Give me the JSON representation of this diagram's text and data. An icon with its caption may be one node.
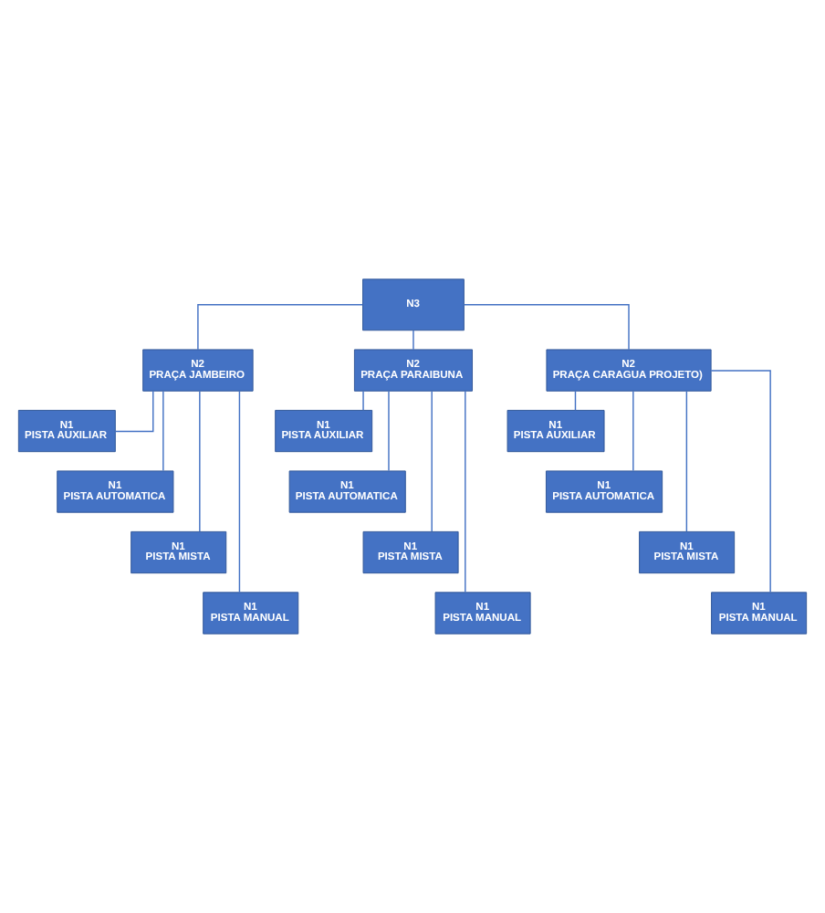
{
  "diagram": {
    "nodes": [
      {
        "text": [
          "N3"
        ]
      },
      {
        "text": [
          "N2",
          "PRAÇA JAMBEIRO"
        ]
      },
      {
        "text": [
          "N2",
          "PRAÇA PARAIBUNA"
        ]
      },
      {
        "text": [
          "N2",
          "PRAÇA CARAGUA PROJETO)"
        ]
      },
      {
        "text": [
          "N1",
          "PISTA AUXILIAR"
        ]
      },
      {
        "text": [
          "N1",
          "PISTA AUXILIAR"
        ]
      },
      {
        "text": [
          "N1",
          "PISTA AUXILIAR"
        ]
      },
      {
        "text": [
          "N1",
          "PISTA AUTOMATICA"
        ]
      },
      {
        "text": [
          "N1",
          "PISTA AUTOMATICA"
        ]
      },
      {
        "text": [
          "N1",
          "PISTA AUTOMATICA"
        ]
      },
      {
        "text": [
          "N1",
          "PISTA MISTA"
        ]
      },
      {
        "text": [
          "N1",
          "PISTA MISTA"
        ]
      },
      {
        "text": [
          "N1",
          "PISTA MISTA"
        ]
      },
      {
        "text": [
          "N1",
          "PISTA MANUAL"
        ]
      },
      {
        "text": [
          "N1",
          "PISTA MANUAL"
        ]
      },
      {
        "text": [
          "N1",
          "PISTA MANUAL"
        ]
      }
    ],
    "edges": [
      {
        "from": 0,
        "to": 1,
        "arrow": "none"
      },
      {
        "from": 0,
        "to": 2,
        "arrow": "none"
      },
      {
        "from": 0,
        "to": 3,
        "arrow": "none"
      },
      {
        "from": 1,
        "to": 4,
        "arrow": "none"
      },
      {
        "from": 1,
        "to": 7,
        "arrow": "none"
      },
      {
        "from": 1,
        "to": 10,
        "arrow": "none"
      },
      {
        "from": 1,
        "to": 13,
        "arrow": "none"
      },
      {
        "from": 2,
        "to": 5,
        "arrow": "none"
      },
      {
        "from": 2,
        "to": 8,
        "arrow": "none"
      },
      {
        "from": 2,
        "to": 11,
        "arrow": "none"
      },
      {
        "from": 2,
        "to": 14,
        "arrow": "none"
      },
      {
        "from": 3,
        "to": 6,
        "arrow": "none"
      },
      {
        "from": 3,
        "to": 9,
        "arrow": "none"
      },
      {
        "from": 3,
        "to": 12,
        "arrow": "none"
      },
      {
        "from": 3,
        "to": 15,
        "arrow": "none"
      }
    ]
  }
}
